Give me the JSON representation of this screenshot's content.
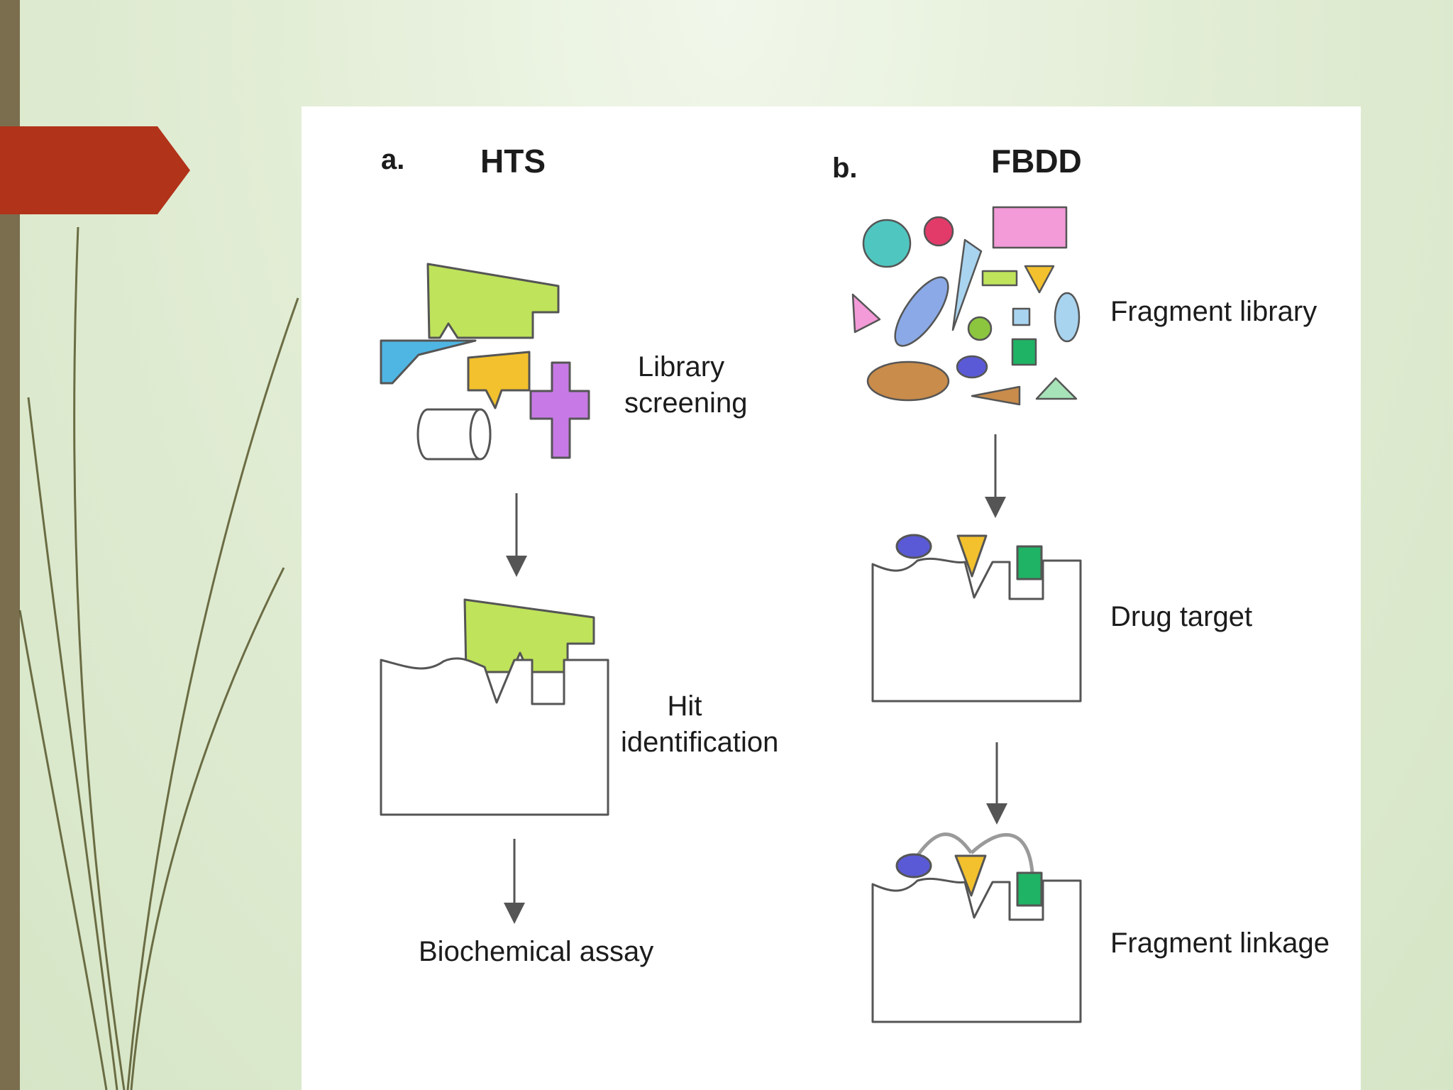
{
  "slide": {
    "colors": {
      "background": "#dce8cf",
      "left_bar": "#7b6e4f",
      "arrow_tab": "#b1331a",
      "decor_lines": "#57572c"
    }
  },
  "figure": {
    "panel_a": {
      "letter": "a.",
      "title": "HTS",
      "steps": {
        "library_screening": "Library\nscreening",
        "hit_identification": "Hit\nidentification",
        "biochemical_assay": "Biochemical assay"
      }
    },
    "panel_b": {
      "letter": "b.",
      "title": "FBDD",
      "steps": {
        "fragment_library": "Fragment library",
        "drug_target": "Drug target",
        "fragment_linkage": "Fragment linkage"
      }
    },
    "colors": {
      "lime": "#bfe35a",
      "blue": "#4fb6e3",
      "yellow": "#f3c12d",
      "purple": "#c77ae6",
      "teal": "#4fc7c0",
      "crimson": "#e23b6a",
      "pink": "#f39ad8",
      "light_blue": "#a9d4f0",
      "periwinkle": "#8aa9e6",
      "green": "#8cc63f",
      "emerald": "#1fb365",
      "indigo": "#5a5ad6",
      "brown": "#c98c4a",
      "mint": "#a7e3b8",
      "outline": "#555555"
    }
  }
}
